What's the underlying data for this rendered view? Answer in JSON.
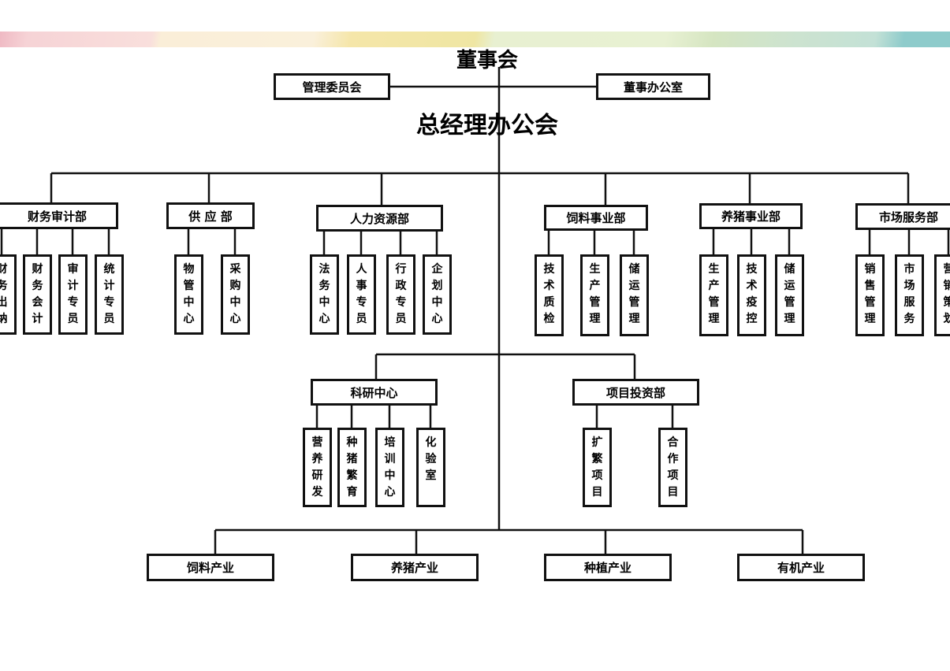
{
  "board": "董事会",
  "board_side": {
    "left": "管理委员会",
    "right": "董事办公室"
  },
  "gm_office": "总经理办公会",
  "departments": [
    {
      "label": "财务审计部",
      "units": [
        "财务出纳",
        "财务会计",
        "审计专员",
        "统计专员"
      ]
    },
    {
      "label": "供 应 部",
      "units": [
        "物管中心",
        "采购中心"
      ]
    },
    {
      "label": "人力资源部",
      "units": [
        "法务中心",
        "人事专员",
        "行政专员",
        "企划中心"
      ]
    },
    {
      "label": "饲料事业部",
      "units": [
        "技术质检",
        "生产管理",
        "储运管理"
      ]
    },
    {
      "label": "养猪事业部",
      "units": [
        "生产管理",
        "技术疫控",
        "储运管理"
      ]
    },
    {
      "label": "市场服务部",
      "units": [
        "销售管理",
        "市场服务",
        "营销策划"
      ]
    }
  ],
  "centers": [
    {
      "label": "科研中心",
      "units": [
        "营养研发",
        "种猪繁育",
        "培训中心",
        "化验室"
      ]
    },
    {
      "label": "项目投资部",
      "units": [
        "扩繁项目",
        "合作项目"
      ]
    }
  ],
  "industries": [
    "饲料产业",
    "养猪产业",
    "种植产业",
    "有机产业"
  ],
  "colors": {
    "line": "#111111",
    "banner_left": "#efb9c3",
    "banner_right": "#8ecbcb"
  }
}
